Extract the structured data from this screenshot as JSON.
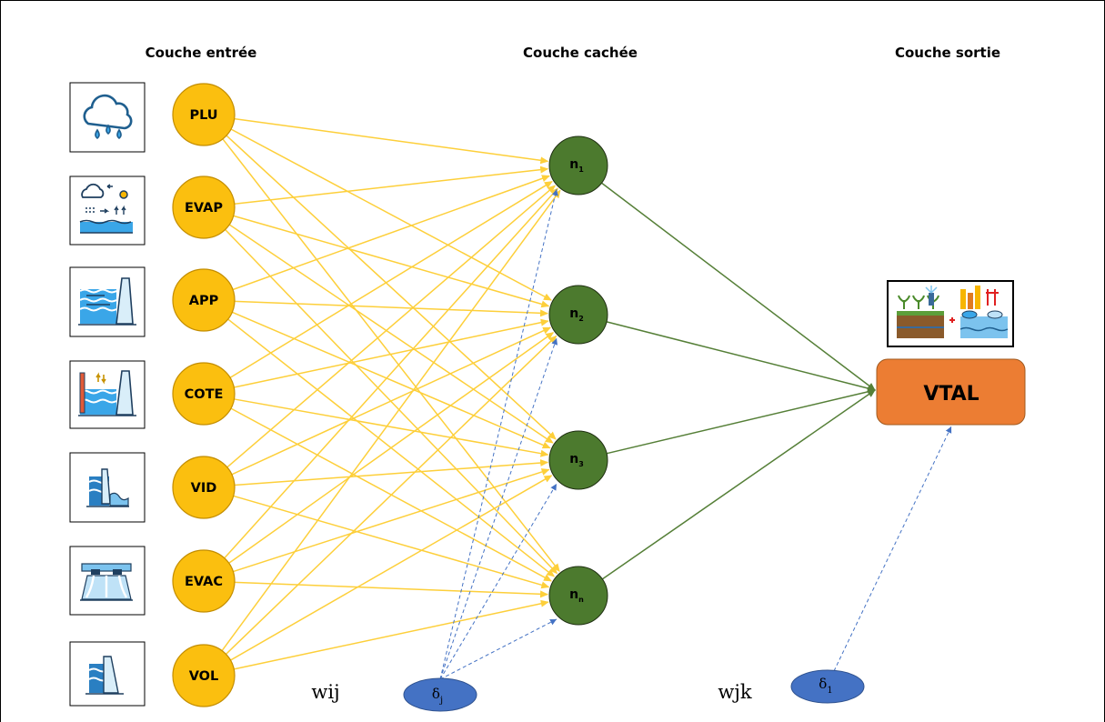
{
  "headers": {
    "input": "Couche entrée",
    "hidden": "Couche cachée",
    "output": "Couche sortie"
  },
  "inputs": [
    {
      "label": "PLU",
      "icon": "rain-cloud-icon"
    },
    {
      "label": "EVAP",
      "icon": "evaporation-icon"
    },
    {
      "label": "APP",
      "icon": "dam-inflow-icon"
    },
    {
      "label": "COTE",
      "icon": "water-level-gauge-icon"
    },
    {
      "label": "VID",
      "icon": "dam-drain-icon"
    },
    {
      "label": "EVAC",
      "icon": "spillway-icon"
    },
    {
      "label": "VOL",
      "icon": "reservoir-volume-icon"
    }
  ],
  "hidden": [
    {
      "main": "n",
      "sub": "1"
    },
    {
      "main": "n",
      "sub": "2"
    },
    {
      "main": "n",
      "sub": "3"
    },
    {
      "main": "n",
      "sub": "n"
    }
  ],
  "output": {
    "label": "VTAL",
    "icon": "irrigation-and-water-supply-icon"
  },
  "weights": {
    "input_hidden": "wij",
    "hidden_output": "wjk"
  },
  "bias": {
    "hidden": {
      "main": "δ",
      "sub": "j"
    },
    "output": {
      "main": "δ",
      "sub": "1"
    }
  },
  "colors": {
    "input_node": "#fbbf0f",
    "input_stroke": "#c38d00",
    "input_edge": "#fdcf3a",
    "hidden_node": "#4c7a2e",
    "hidden_edge": "#557f37",
    "output_box": "#ec7d33",
    "bias_node": "#4472c4",
    "bias_edge": "#4472c4"
  }
}
